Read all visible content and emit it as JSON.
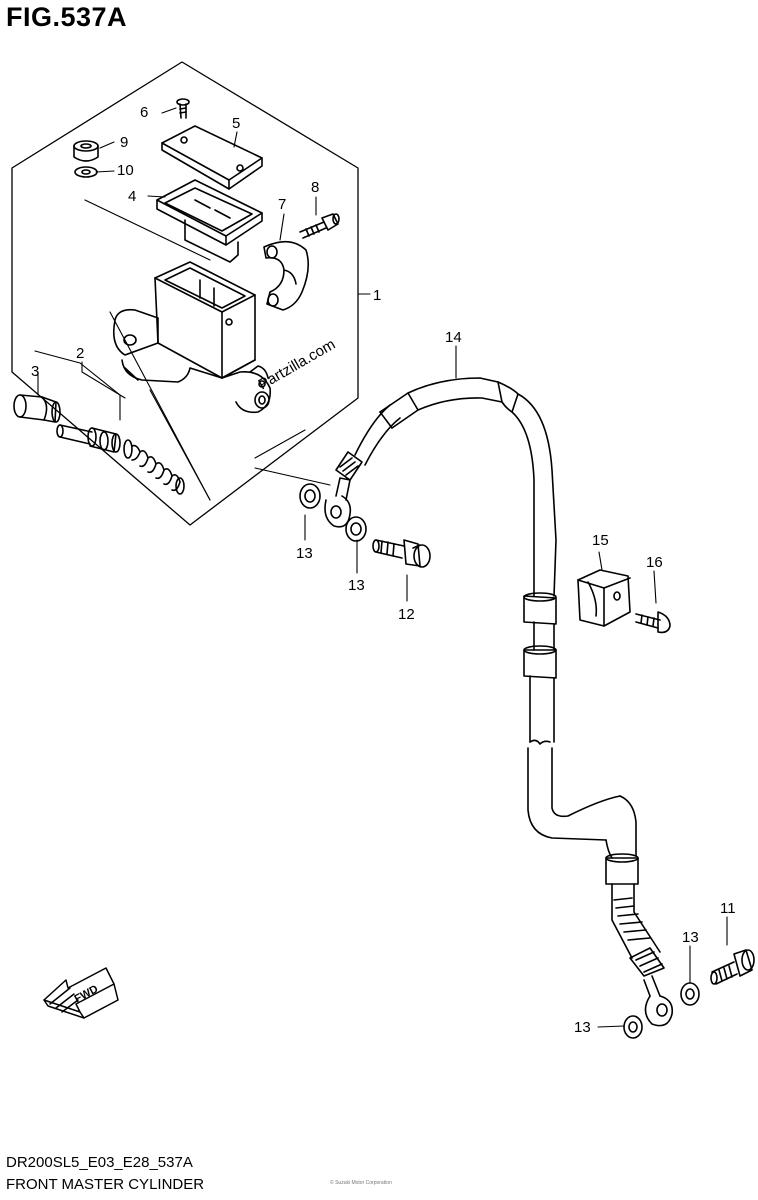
{
  "figure": {
    "title": "FIG.537A",
    "code": "DR200SL5_E03_E28_537A",
    "subtitle": "FRONT MASTER CYLINDER",
    "watermark": "Partzilla.com",
    "fwd_label": "FWD",
    "fine_print": "© Suzuki Motor Corporation"
  },
  "callouts": {
    "c1": "1",
    "c2": "2",
    "c3": "3",
    "c4": "4",
    "c5": "5",
    "c6": "6",
    "c7": "7",
    "c8": "8",
    "c9": "9",
    "c10": "10",
    "c11": "11",
    "c12": "12",
    "c13a": "13",
    "c13b": "13",
    "c13c": "13",
    "c13d": "13",
    "c14": "14",
    "c15": "15",
    "c16": "16"
  }
}
